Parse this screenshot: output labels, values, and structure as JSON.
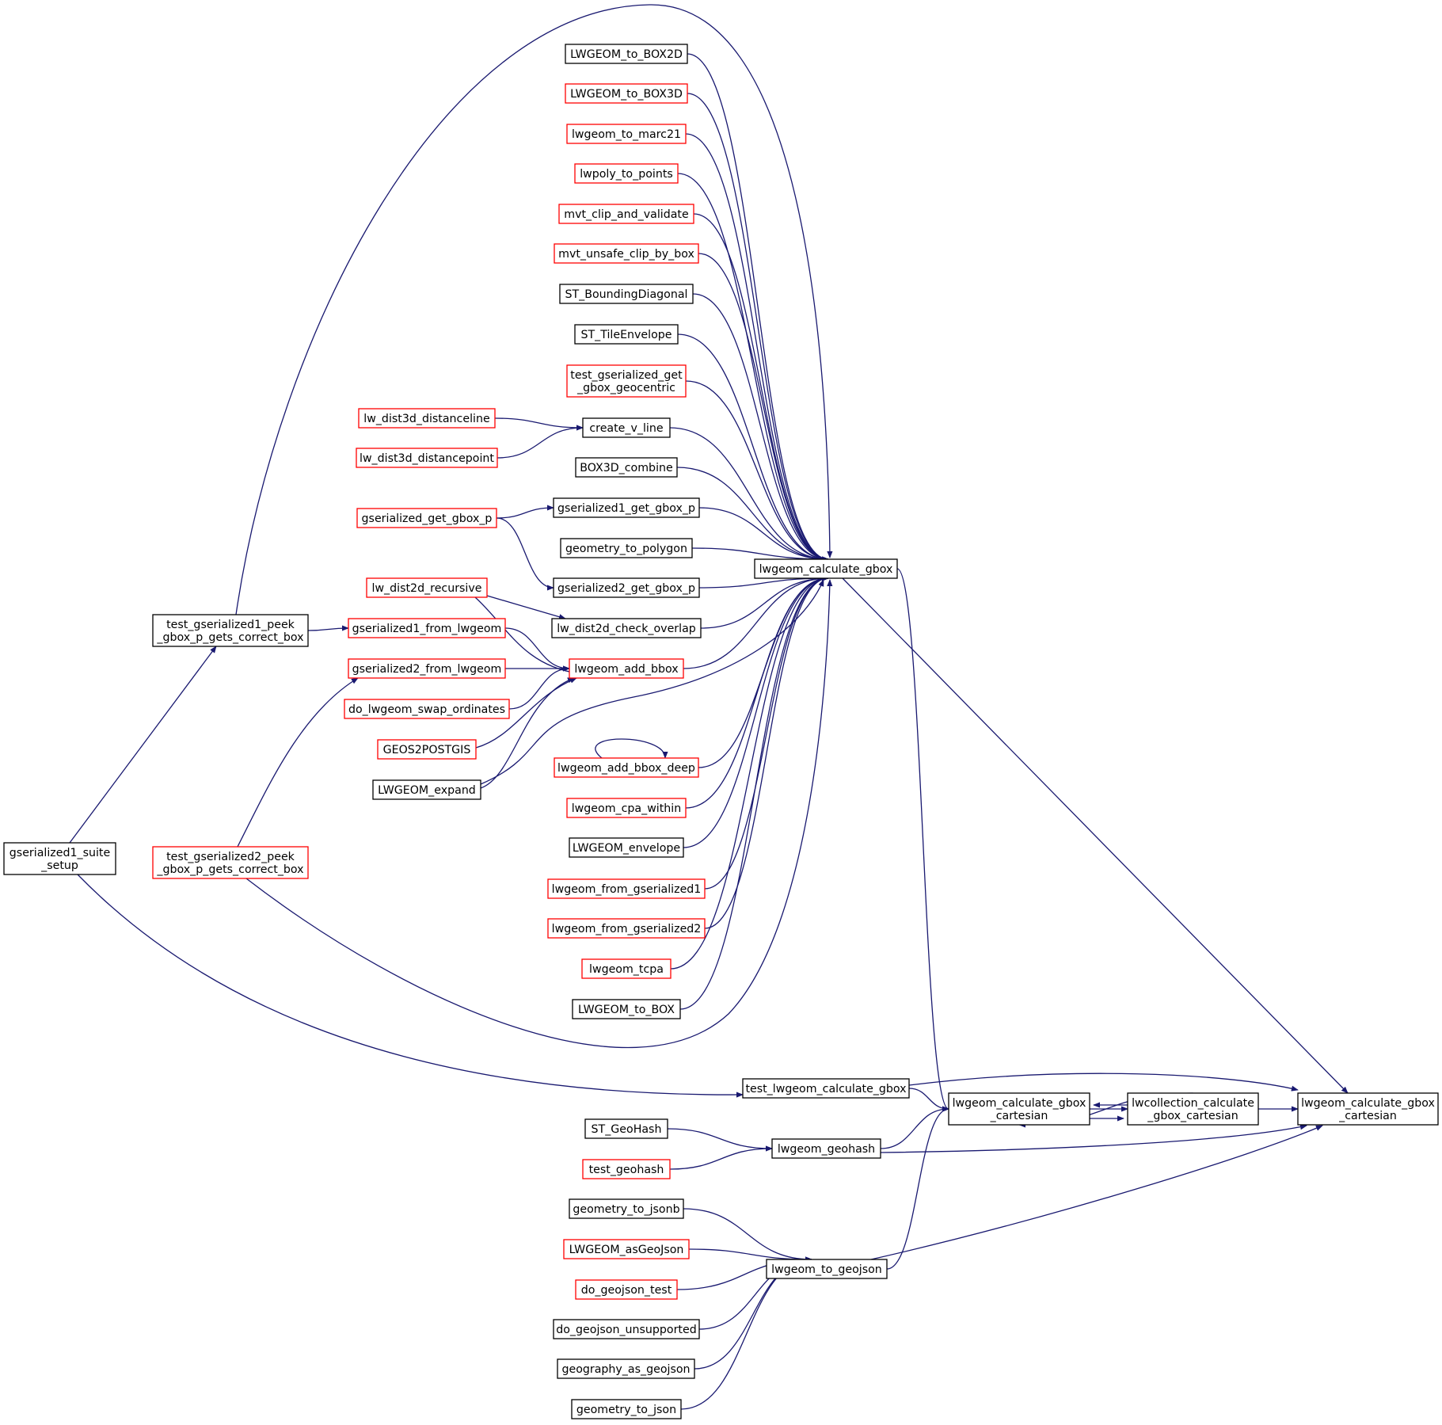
{
  "diagram": {
    "title": "",
    "colors": {
      "edge": "#191970",
      "arrowhead": "#191970",
      "border_black": "#000000",
      "border_red": "#ff0000",
      "focus_fill": "#bfbfbf",
      "node_fill": "#ffffff"
    },
    "nodes": {
      "lwgeom_calculate_gbox_cartesian": {
        "lines": [
          "lwgeom_calculate_gbox",
          "_cartesian"
        ],
        "border": "black",
        "focus": true
      },
      "lwcollection_calculate_gbox_cartesian": {
        "lines": [
          "lwcollection_calculate",
          "_gbox_cartesian"
        ],
        "border": "black"
      },
      "lwgeom_calculate_gbox_cartesian_mid": {
        "lines": [
          "lwgeom_calculate_gbox",
          "_cartesian"
        ],
        "border": "black"
      },
      "lwgeom_calculate_gbox": {
        "lines": [
          "lwgeom_calculate_gbox"
        ],
        "border": "black"
      },
      "test_lwgeom_calculate_gbox": {
        "lines": [
          "test_lwgeom_calculate_gbox"
        ],
        "border": "black"
      },
      "lwgeom_geohash": {
        "lines": [
          "lwgeom_geohash"
        ],
        "border": "black"
      },
      "lwgeom_to_geojson": {
        "lines": [
          "lwgeom_to_geojson"
        ],
        "border": "black"
      },
      "ST_GeoHash": {
        "lines": [
          "ST_GeoHash"
        ],
        "border": "black"
      },
      "test_geohash": {
        "lines": [
          "test_geohash"
        ],
        "border": "red"
      },
      "geometry_to_jsonb": {
        "lines": [
          "geometry_to_jsonb"
        ],
        "border": "black"
      },
      "LWGEOM_asGeoJson": {
        "lines": [
          "LWGEOM_asGeoJson"
        ],
        "border": "red"
      },
      "do_geojson_test": {
        "lines": [
          "do_geojson_test"
        ],
        "border": "red"
      },
      "do_geojson_unsupported": {
        "lines": [
          "do_geojson_unsupported"
        ],
        "border": "black"
      },
      "geography_as_geojson": {
        "lines": [
          "geography_as_geojson"
        ],
        "border": "black"
      },
      "geometry_to_json": {
        "lines": [
          "geometry_to_json"
        ],
        "border": "black"
      },
      "LWGEOM_to_BOX2D": {
        "lines": [
          "LWGEOM_to_BOX2D"
        ],
        "border": "black"
      },
      "LWGEOM_to_BOX3D": {
        "lines": [
          "LWGEOM_to_BOX3D"
        ],
        "border": "red"
      },
      "lwgeom_to_marc21": {
        "lines": [
          "lwgeom_to_marc21"
        ],
        "border": "red"
      },
      "lwpoly_to_points": {
        "lines": [
          "lwpoly_to_points"
        ],
        "border": "red"
      },
      "mvt_clip_and_validate": {
        "lines": [
          "mvt_clip_and_validate"
        ],
        "border": "red"
      },
      "mvt_unsafe_clip_by_box": {
        "lines": [
          "mvt_unsafe_clip_by_box"
        ],
        "border": "red"
      },
      "ST_BoundingDiagonal": {
        "lines": [
          "ST_BoundingDiagonal"
        ],
        "border": "black"
      },
      "ST_TileEnvelope": {
        "lines": [
          "ST_TileEnvelope"
        ],
        "border": "black"
      },
      "test_gserialized_get_gbox_geocentric": {
        "lines": [
          "test_gserialized_get",
          "_gbox_geocentric"
        ],
        "border": "red"
      },
      "create_v_line": {
        "lines": [
          "create_v_line"
        ],
        "border": "black"
      },
      "BOX3D_combine": {
        "lines": [
          "BOX3D_combine"
        ],
        "border": "black"
      },
      "gserialized1_get_gbox_p": {
        "lines": [
          "gserialized1_get_gbox_p"
        ],
        "border": "black"
      },
      "geometry_to_polygon": {
        "lines": [
          "geometry_to_polygon"
        ],
        "border": "black"
      },
      "gserialized2_get_gbox_p": {
        "lines": [
          "gserialized2_get_gbox_p"
        ],
        "border": "black"
      },
      "lw_dist2d_check_overlap": {
        "lines": [
          "lw_dist2d_check_overlap"
        ],
        "border": "black"
      },
      "lwgeom_add_bbox": {
        "lines": [
          "lwgeom_add_bbox"
        ],
        "border": "red"
      },
      "lwgeom_add_bbox_deep": {
        "lines": [
          "lwgeom_add_bbox_deep"
        ],
        "border": "red"
      },
      "lwgeom_cpa_within": {
        "lines": [
          "lwgeom_cpa_within"
        ],
        "border": "red"
      },
      "LWGEOM_envelope": {
        "lines": [
          "LWGEOM_envelope"
        ],
        "border": "black"
      },
      "lwgeom_from_gserialized1": {
        "lines": [
          "lwgeom_from_gserialized1"
        ],
        "border": "red"
      },
      "lwgeom_from_gserialized2": {
        "lines": [
          "lwgeom_from_gserialized2"
        ],
        "border": "red"
      },
      "lwgeom_tcpa": {
        "lines": [
          "lwgeom_tcpa"
        ],
        "border": "red"
      },
      "LWGEOM_to_BOX": {
        "lines": [
          "LWGEOM_to_BOX"
        ],
        "border": "black"
      },
      "lw_dist3d_distanceline": {
        "lines": [
          "lw_dist3d_distanceline"
        ],
        "border": "red"
      },
      "lw_dist3d_distancepoint": {
        "lines": [
          "lw_dist3d_distancepoint"
        ],
        "border": "red"
      },
      "gserialized_get_gbox_p": {
        "lines": [
          "gserialized_get_gbox_p"
        ],
        "border": "red"
      },
      "lw_dist2d_recursive": {
        "lines": [
          "lw_dist2d_recursive"
        ],
        "border": "red"
      },
      "gserialized1_from_lwgeom": {
        "lines": [
          "gserialized1_from_lwgeom"
        ],
        "border": "red"
      },
      "gserialized2_from_lwgeom": {
        "lines": [
          "gserialized2_from_lwgeom"
        ],
        "border": "red"
      },
      "do_lwgeom_swap_ordinates": {
        "lines": [
          "do_lwgeom_swap_ordinates"
        ],
        "border": "red"
      },
      "GEOS2POSTGIS": {
        "lines": [
          "GEOS2POSTGIS"
        ],
        "border": "red"
      },
      "LWGEOM_expand": {
        "lines": [
          "LWGEOM_expand"
        ],
        "border": "black"
      },
      "test_gserialized1_peek_gbox_p_gets_correct_box": {
        "lines": [
          "test_gserialized1_peek",
          "_gbox_p_gets_correct_box"
        ],
        "border": "black"
      },
      "test_gserialized2_peek_gbox_p_gets_correct_box": {
        "lines": [
          "test_gserialized2_peek",
          "_gbox_p_gets_correct_box"
        ],
        "border": "red"
      },
      "gserialized1_suite_setup": {
        "lines": [
          "gserialized1_suite",
          "_setup"
        ],
        "border": "black"
      }
    },
    "edges": [
      {
        "from": "lwcollection_calculate_gbox_cartesian",
        "to": "lwgeom_calculate_gbox_cartesian"
      },
      {
        "from": "lwgeom_calculate_gbox_cartesian_mid",
        "to": "lwcollection_calculate_gbox_cartesian"
      },
      {
        "from": "lwcollection_calculate_gbox_cartesian",
        "to": "lwgeom_calculate_gbox_cartesian_mid"
      },
      {
        "from": "lwgeom_calculate_gbox",
        "to": "lwgeom_calculate_gbox_cartesian"
      },
      {
        "from": "lwgeom_calculate_gbox",
        "to": "lwgeom_calculate_gbox_cartesian_mid"
      },
      {
        "from": "test_lwgeom_calculate_gbox",
        "to": "lwgeom_calculate_gbox_cartesian"
      },
      {
        "from": "test_lwgeom_calculate_gbox",
        "to": "lwgeom_calculate_gbox_cartesian_mid"
      },
      {
        "from": "lwgeom_geohash",
        "to": "lwgeom_calculate_gbox_cartesian_mid"
      },
      {
        "from": "lwgeom_geohash",
        "to": "lwgeom_calculate_gbox_cartesian"
      },
      {
        "from": "lwgeom_to_geojson",
        "to": "lwgeom_calculate_gbox_cartesian_mid"
      },
      {
        "from": "lwgeom_to_geojson",
        "to": "lwgeom_calculate_gbox_cartesian"
      },
      {
        "from": "ST_GeoHash",
        "to": "lwgeom_geohash"
      },
      {
        "from": "test_geohash",
        "to": "lwgeom_geohash"
      },
      {
        "from": "geometry_to_jsonb",
        "to": "lwgeom_to_geojson"
      },
      {
        "from": "LWGEOM_asGeoJson",
        "to": "lwgeom_to_geojson"
      },
      {
        "from": "do_geojson_test",
        "to": "lwgeom_to_geojson"
      },
      {
        "from": "do_geojson_unsupported",
        "to": "lwgeom_to_geojson"
      },
      {
        "from": "geography_as_geojson",
        "to": "lwgeom_to_geojson"
      },
      {
        "from": "geometry_to_json",
        "to": "lwgeom_to_geojson"
      },
      {
        "from": "LWGEOM_to_BOX2D",
        "to": "lwgeom_calculate_gbox"
      },
      {
        "from": "LWGEOM_to_BOX3D",
        "to": "lwgeom_calculate_gbox"
      },
      {
        "from": "lwgeom_to_marc21",
        "to": "lwgeom_calculate_gbox"
      },
      {
        "from": "lwpoly_to_points",
        "to": "lwgeom_calculate_gbox"
      },
      {
        "from": "mvt_clip_and_validate",
        "to": "lwgeom_calculate_gbox"
      },
      {
        "from": "mvt_unsafe_clip_by_box",
        "to": "lwgeom_calculate_gbox"
      },
      {
        "from": "ST_BoundingDiagonal",
        "to": "lwgeom_calculate_gbox"
      },
      {
        "from": "ST_TileEnvelope",
        "to": "lwgeom_calculate_gbox"
      },
      {
        "from": "test_gserialized_get_gbox_geocentric",
        "to": "lwgeom_calculate_gbox"
      },
      {
        "from": "create_v_line",
        "to": "lwgeom_calculate_gbox"
      },
      {
        "from": "BOX3D_combine",
        "to": "lwgeom_calculate_gbox"
      },
      {
        "from": "gserialized1_get_gbox_p",
        "to": "lwgeom_calculate_gbox"
      },
      {
        "from": "geometry_to_polygon",
        "to": "lwgeom_calculate_gbox"
      },
      {
        "from": "gserialized2_get_gbox_p",
        "to": "lwgeom_calculate_gbox"
      },
      {
        "from": "lw_dist2d_check_overlap",
        "to": "lwgeom_calculate_gbox"
      },
      {
        "from": "lwgeom_add_bbox",
        "to": "lwgeom_calculate_gbox"
      },
      {
        "from": "lwgeom_add_bbox_deep",
        "to": "lwgeom_calculate_gbox"
      },
      {
        "from": "lwgeom_cpa_within",
        "to": "lwgeom_calculate_gbox"
      },
      {
        "from": "LWGEOM_envelope",
        "to": "lwgeom_calculate_gbox"
      },
      {
        "from": "lwgeom_from_gserialized1",
        "to": "lwgeom_calculate_gbox"
      },
      {
        "from": "lwgeom_from_gserialized2",
        "to": "lwgeom_calculate_gbox"
      },
      {
        "from": "lwgeom_tcpa",
        "to": "lwgeom_calculate_gbox"
      },
      {
        "from": "LWGEOM_to_BOX",
        "to": "lwgeom_calculate_gbox"
      },
      {
        "from": "LWGEOM_expand",
        "to": "lwgeom_calculate_gbox"
      },
      {
        "from": "test_gserialized1_peek_gbox_p_gets_correct_box",
        "to": "lwgeom_calculate_gbox"
      },
      {
        "from": "test_gserialized2_peek_gbox_p_gets_correct_box",
        "to": "lwgeom_calculate_gbox"
      },
      {
        "from": "gserialized1_suite_setup",
        "to": "test_lwgeom_calculate_gbox"
      },
      {
        "from": "lw_dist3d_distanceline",
        "to": "create_v_line"
      },
      {
        "from": "lw_dist3d_distancepoint",
        "to": "create_v_line"
      },
      {
        "from": "gserialized_get_gbox_p",
        "to": "gserialized1_get_gbox_p"
      },
      {
        "from": "gserialized_get_gbox_p",
        "to": "gserialized2_get_gbox_p"
      },
      {
        "from": "lw_dist2d_recursive",
        "to": "lw_dist2d_check_overlap"
      },
      {
        "from": "lw_dist2d_recursive",
        "to": "lwgeom_add_bbox"
      },
      {
        "from": "gserialized1_from_lwgeom",
        "to": "lwgeom_add_bbox"
      },
      {
        "from": "gserialized2_from_lwgeom",
        "to": "lwgeom_add_bbox"
      },
      {
        "from": "do_lwgeom_swap_ordinates",
        "to": "lwgeom_add_bbox"
      },
      {
        "from": "GEOS2POSTGIS",
        "to": "lwgeom_add_bbox"
      },
      {
        "from": "LWGEOM_expand",
        "to": "lwgeom_add_bbox"
      },
      {
        "from": "lwgeom_add_bbox_deep",
        "to": "lwgeom_add_bbox_deep"
      },
      {
        "from": "test_gserialized1_peek_gbox_p_gets_correct_box",
        "to": "gserialized1_from_lwgeom"
      },
      {
        "from": "test_gserialized2_peek_gbox_p_gets_correct_box",
        "to": "gserialized2_from_lwgeom"
      },
      {
        "from": "gserialized1_suite_setup",
        "to": "test_gserialized1_peek_gbox_p_gets_correct_box"
      }
    ]
  }
}
